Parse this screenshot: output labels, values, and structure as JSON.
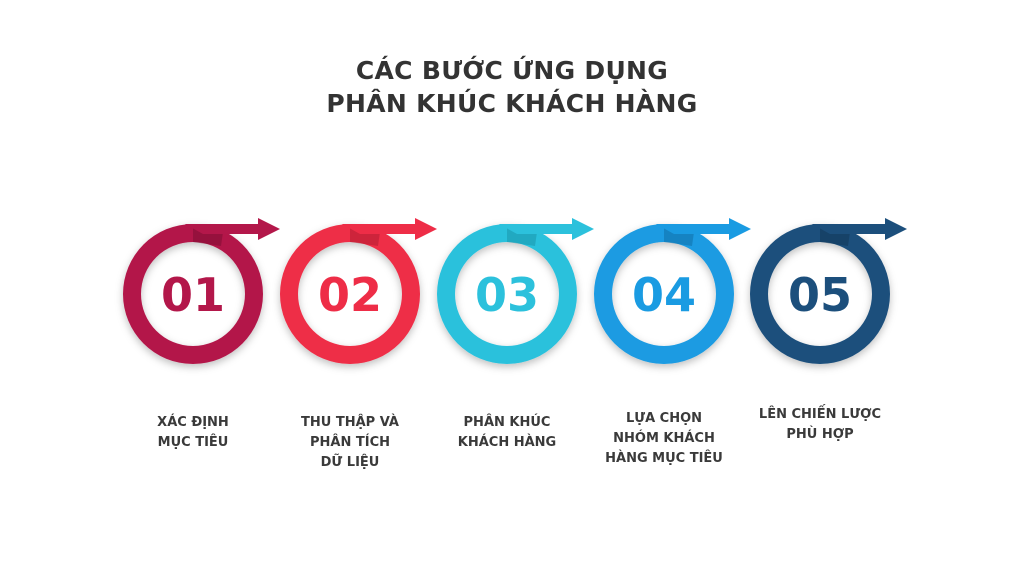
{
  "title": {
    "line1": "CÁC BƯỚC ỨNG DỤNG",
    "line2": "PHÂN KHÚC KHÁCH HÀNG"
  },
  "steps": [
    {
      "number": "01",
      "label": "XÁC ĐỊNH\nMỤC TIÊU",
      "color": "#b3174a",
      "dark": "#7e0f33"
    },
    {
      "number": "02",
      "label": "THU THẬP VÀ\nPHÂN TÍCH\nDỮ LIỆU",
      "color": "#ee2d47",
      "dark": "#b31d31"
    },
    {
      "number": "03",
      "label": "PHÂN KHÚC\nKHÁCH HÀNG",
      "color": "#2cc1dc",
      "dark": "#1a95ab"
    },
    {
      "number": "04",
      "label": "LỰA CHỌN\nNHÓM KHÁCH\nHÀNG MỤC TIÊU",
      "color": "#1a9be2",
      "dark": "#1170a8"
    },
    {
      "number": "05",
      "label": "LÊN CHIẾN LƯỢC\nPHÙ HỢP",
      "color": "#1c4f7c",
      "dark": "#133858"
    }
  ]
}
